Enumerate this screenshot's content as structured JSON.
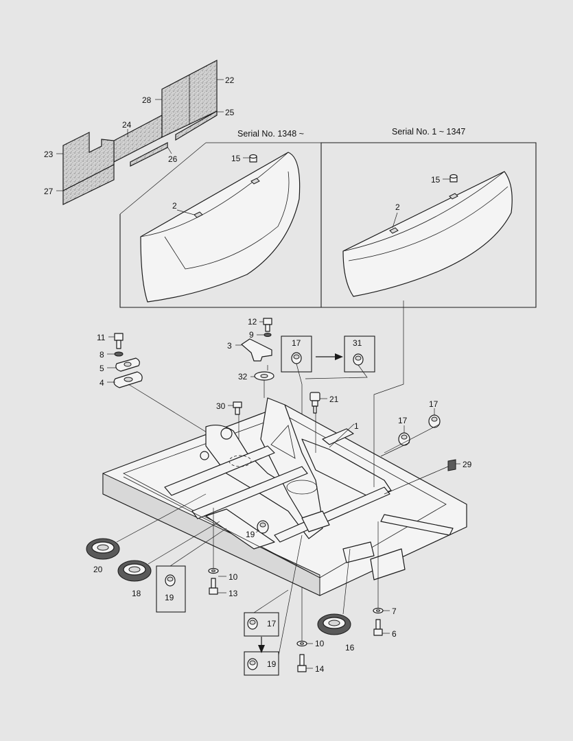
{
  "serial_labels": {
    "new": "Serial No. 1348 ~",
    "old": "Serial No. 1 ~ 1347"
  },
  "callouts": {
    "c22": "22",
    "c28": "28",
    "c25": "25",
    "c24": "24",
    "c23": "23",
    "c26": "26",
    "c27": "27",
    "c15a": "15",
    "c2a": "2",
    "c15b": "15",
    "c2b": "2",
    "c12": "12",
    "c9": "9",
    "c3": "3",
    "c32": "32",
    "c11": "11",
    "c8": "8",
    "c5": "5",
    "c4": "4",
    "c17a": "17",
    "c31": "31",
    "c21": "21",
    "c30": "30",
    "c1": "1",
    "c17b": "17",
    "c17c": "17",
    "c29": "29",
    "c19a": "19",
    "c20": "20",
    "c18": "18",
    "c19b": "19",
    "c10a": "10",
    "c13": "13",
    "c7": "7",
    "c6": "6",
    "c17d": "17",
    "c10b": "10",
    "c16": "16",
    "c19c": "19",
    "c14": "14"
  },
  "colors": {
    "line": "#1a1a1a",
    "background": "#e6e6e6",
    "part_fill": "#f4f4f4"
  }
}
